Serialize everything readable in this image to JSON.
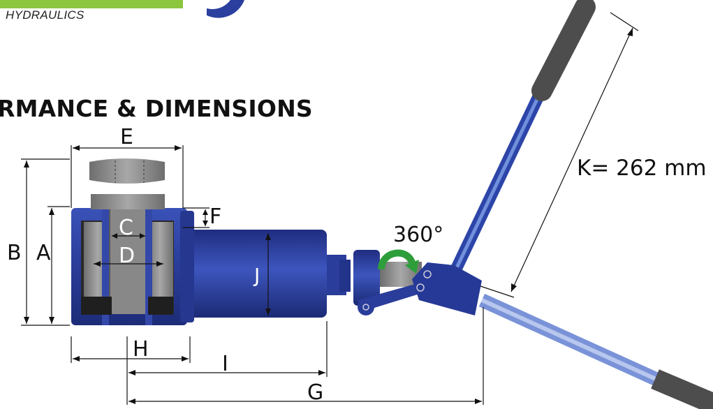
{
  "header": {
    "brand_word": "HYDRAULICS",
    "section_title": "RMANCE & DIMENSIONS"
  },
  "dimensions": {
    "A": "A",
    "B": "B",
    "C": "C",
    "D": "D",
    "E": "E",
    "F": "F",
    "G": "G",
    "H": "H",
    "I": "I",
    "J": "J",
    "K": "K= 262 mm",
    "rotation": "360°"
  },
  "colors": {
    "brand_green": "#8cc63f",
    "body_blue": "#2b3f9e",
    "handle_blue": "#5f7fd0",
    "grip_gray": "#4d4d4d",
    "arrow_green": "#2e9e3a"
  }
}
